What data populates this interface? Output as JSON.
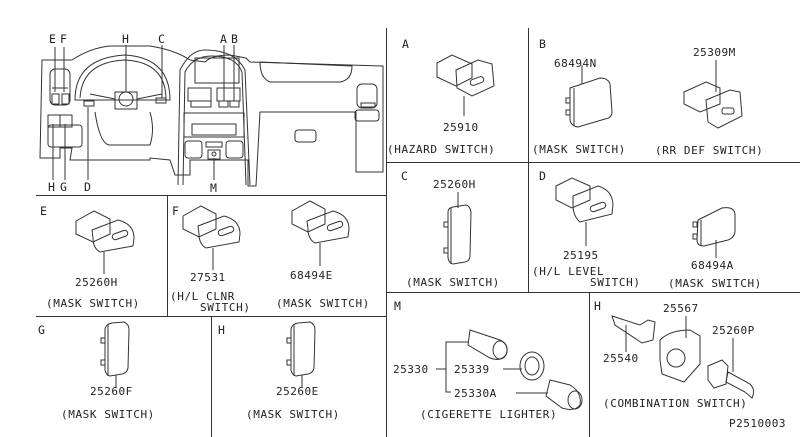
{
  "figure_id": "P2510003",
  "overview": {
    "callouts": [
      "E",
      "F",
      "H",
      "C",
      "A",
      "B",
      "H",
      "G",
      "D",
      "M"
    ]
  },
  "panels": {
    "A": {
      "letter": "A",
      "parts": [
        {
          "number": "25910"
        }
      ],
      "caption": "(HAZARD SWITCH)"
    },
    "B": {
      "letter": "B",
      "parts": [
        {
          "number": "68494N",
          "caption": "(MASK SWITCH)"
        },
        {
          "number": "25309M",
          "caption": "(RR DEF SWITCH)"
        }
      ]
    },
    "C": {
      "letter": "C",
      "parts": [
        {
          "number": "25260H"
        }
      ],
      "caption": "(MASK SWITCH)"
    },
    "D": {
      "letter": "D",
      "parts": [
        {
          "number": "25195",
          "caption_line1": "(H/L LEVEL",
          "caption_line2": "SWITCH)"
        },
        {
          "number": "68494A",
          "caption": "(MASK SWITCH)"
        }
      ]
    },
    "E": {
      "letter": "E",
      "parts": [
        {
          "number": "25260H"
        }
      ],
      "caption": "(MASK SWITCH)"
    },
    "F": {
      "letter": "F",
      "parts": [
        {
          "number": "27531",
          "caption_line1": "(H/L CLNR",
          "caption_line2": "SWITCH)"
        },
        {
          "number": "68494E",
          "caption": "(MASK SWITCH)"
        }
      ]
    },
    "G": {
      "letter": "G",
      "parts": [
        {
          "number": "25260F"
        }
      ],
      "caption": "(MASK SWITCH)"
    },
    "H1": {
      "letter": "H",
      "parts": [
        {
          "number": "25260E"
        }
      ],
      "caption": "(MASK SWITCH)"
    },
    "M": {
      "letter": "M",
      "parts": [
        {
          "number": "25330"
        },
        {
          "number": "25339"
        },
        {
          "number": "25330A"
        }
      ],
      "caption": "(CIGERETTE LIGHTER)"
    },
    "H2": {
      "letter": "H",
      "parts": [
        {
          "number": "25567"
        },
        {
          "number": "25260P"
        },
        {
          "number": "25540"
        }
      ],
      "caption": "(COMBINATION SWITCH)"
    }
  }
}
